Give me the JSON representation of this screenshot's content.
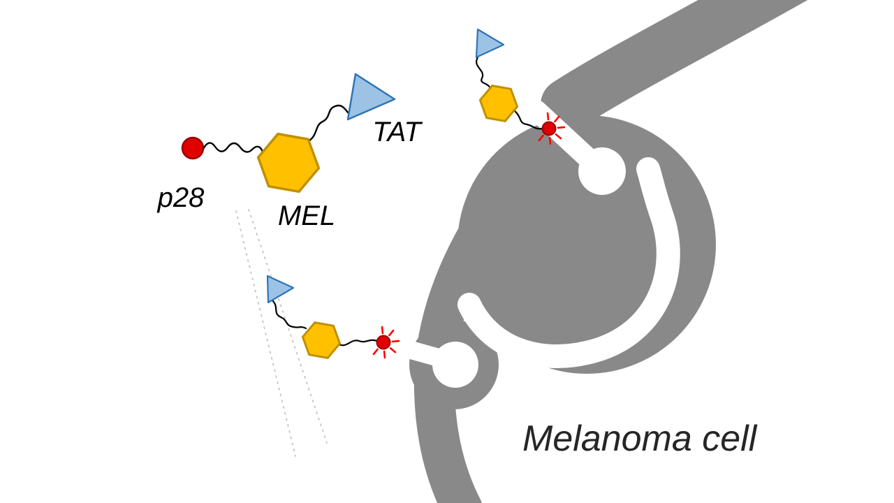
{
  "diagram": {
    "type": "scientific-illustration",
    "topic": "p28-MEL-TAT fusion peptide construct entering a melanoma cell membrane",
    "labels": {
      "p28": "p28",
      "mel": "MEL",
      "tat": "TAT",
      "cell": "Melanoma cell"
    },
    "molecule_components": [
      {
        "label": "p28",
        "shape": "red-circle"
      },
      {
        "label": "MEL",
        "shape": "orange-hexagon"
      },
      {
        "label": "TAT",
        "shape": "blue-triangle"
      }
    ],
    "colors": {
      "background": "#FFFFFF",
      "membrane": "#898989",
      "hexagon_fill": "#FFC000",
      "hexagon_stroke": "#C08F00",
      "triangle_fill": "#9CC3E5",
      "triangle_stroke": "#2E74B5",
      "p28_fill": "#DF0000",
      "p28_stroke": "#9A0000",
      "burst": "#FF0000",
      "linker": "#000000",
      "label_text": "#000000",
      "cell_label_text": "#262626",
      "guide_line": "#B3B3B3"
    }
  }
}
